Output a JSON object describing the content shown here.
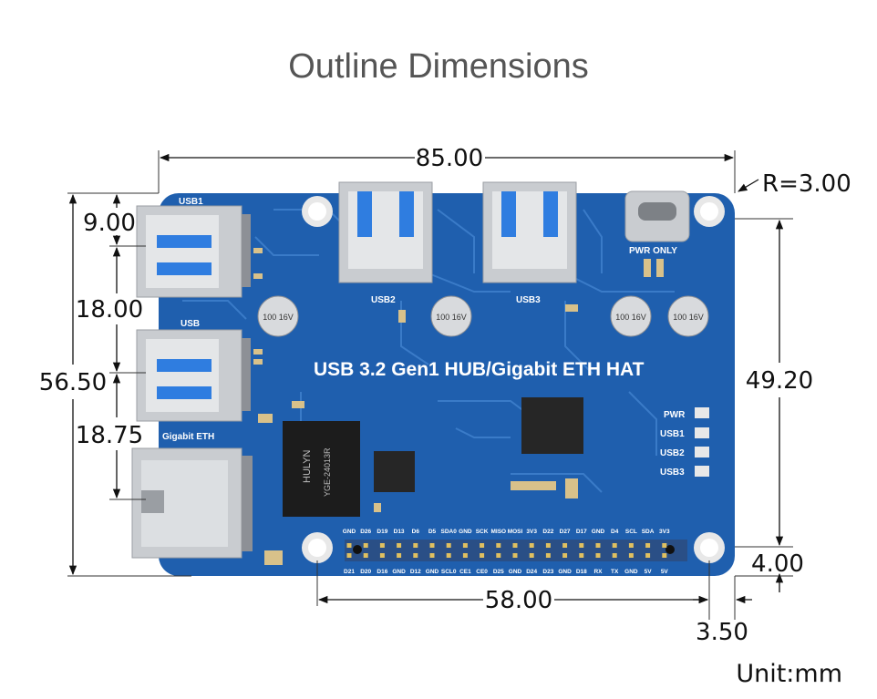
{
  "title": "Outline Dimensions",
  "unit_label": "Unit:mm",
  "board": {
    "name": "USB 3.2 Gen1 HUB/Gigabit ETH HAT",
    "colors": {
      "pcb": "#1f5fae",
      "trace": "#3a7bc8",
      "metal": "#c9ccd0",
      "usb_blue": "#2f7de0"
    },
    "port_labels": {
      "usb1": "USB1",
      "usb": "USB",
      "eth": "Gigabit ETH",
      "usb2": "USB2",
      "usb3": "USB3",
      "pwr": "PWR ONLY"
    },
    "leds": [
      "PWR",
      "USB1",
      "USB2",
      "USB3"
    ],
    "chip_text": [
      "HULYN",
      "YGE-24013R"
    ],
    "cap_text": "100 16V",
    "header_top": [
      "GND",
      "D26",
      "D19",
      "D13",
      "D6",
      "D5",
      "SDA0",
      "GND",
      "SCK",
      "MISO",
      "MOSI",
      "3V3",
      "D22",
      "D27",
      "D17",
      "GND",
      "D4",
      "SCL",
      "SDA",
      "3V3"
    ],
    "header_bottom": [
      "D21",
      "D20",
      "D16",
      "GND",
      "D12",
      "GND",
      "SCL0",
      "CE1",
      "CE0",
      "D25",
      "GND",
      "D24",
      "D23",
      "GND",
      "D18",
      "RX",
      "TX",
      "GND",
      "5V",
      "5V"
    ]
  },
  "dimensions": {
    "width": "85.00",
    "corner_radius": "R=3.00",
    "usb1_offset": "9.00",
    "usb_pitch": "18.00",
    "eth_offset": "18.75",
    "height": "56.50",
    "hole_spacing_v": "49.20",
    "hole_spacing_h": "58.00",
    "hole_edge_v": "4.00",
    "hole_edge_h": "3.50"
  }
}
